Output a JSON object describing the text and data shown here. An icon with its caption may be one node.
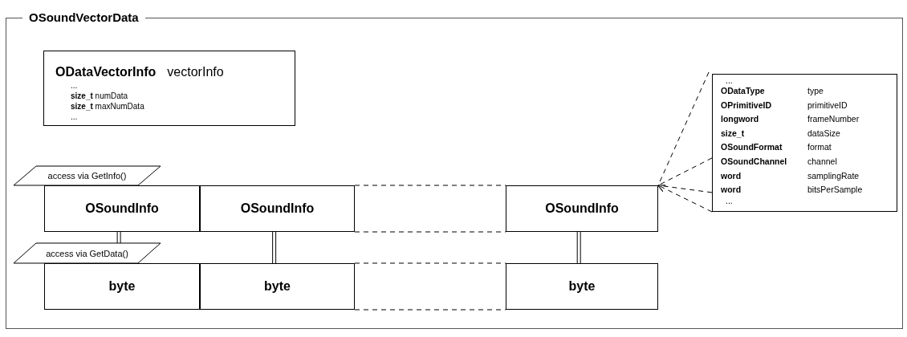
{
  "diagram": {
    "nodes": [
      {
        "text": [
          "OSoundVectorData"
        ]
      },
      {
        "text": [
          "ODataVectorInfo",
          "vectorInfo",
          "...",
          "**size_t** numData",
          "**size_t** maxNumData",
          "..."
        ],
        "in": 0
      },
      {
        "text": [
          "access via GetInfo()"
        ],
        "in": 0
      },
      {
        "text": [
          "OSoundInfo"
        ],
        "in": 0
      },
      {
        "text": [
          "OSoundInfo"
        ],
        "in": 0
      },
      {
        "text": [
          "OSoundInfo"
        ],
        "in": 0
      },
      {
        "text": [
          "access via GetData()"
        ],
        "in": 0
      },
      {
        "text": [
          "byte"
        ],
        "in": 0
      },
      {
        "text": [
          "byte"
        ],
        "in": 0
      },
      {
        "text": [
          "byte"
        ],
        "in": 0
      },
      {
        "text": [
          "...",
          "ODataType",
          "type",
          "OPrimitiveID",
          "primitiveID",
          "longword",
          "frameNumber",
          "size_t",
          "dataSize",
          "OSoundFormat",
          "format",
          "OSoundChannel",
          "channel",
          "word",
          "samplingRate",
          "word",
          "bitsPerSample",
          "..."
        ],
        "in": 0
      }
    ],
    "edges": [
      {
        "from": 3,
        "to": 6,
        "arrow": "none"
      },
      {
        "from": 4,
        "to": 8,
        "arrow": "none"
      },
      {
        "from": 5,
        "to": 9,
        "arrow": "none"
      },
      {
        "from": 4,
        "to": 5,
        "arrow": "none",
        "style": "dashed"
      },
      {
        "from": 8,
        "to": 9,
        "arrow": "none",
        "style": "dashed"
      },
      {
        "from": 10,
        "to": 5,
        "arrow": "to",
        "style": "dashed"
      }
    ]
  }
}
